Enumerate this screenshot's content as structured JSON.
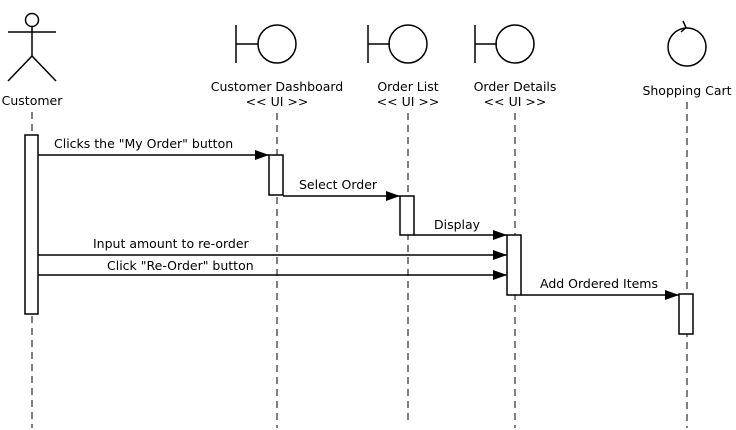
{
  "participants": [
    {
      "id": "customer",
      "kind": "actor",
      "name": "Customer",
      "stereotype": ""
    },
    {
      "id": "dashboard",
      "kind": "boundary",
      "name": "Customer Dashboard",
      "stereotype": "<< UI >>"
    },
    {
      "id": "order_list",
      "kind": "boundary",
      "name": "Order List",
      "stereotype": "<< UI >>"
    },
    {
      "id": "order_details",
      "kind": "boundary",
      "name": "Order Details",
      "stereotype": "<< UI >>"
    },
    {
      "id": "cart",
      "kind": "control",
      "name": "Shopping Cart",
      "stereotype": ""
    }
  ],
  "messages": [
    {
      "from": "customer",
      "to": "dashboard",
      "label": "Clicks the \"My Order\" button"
    },
    {
      "from": "dashboard",
      "to": "order_list",
      "label": "Select Order"
    },
    {
      "from": "order_list",
      "to": "order_details",
      "label": "Display"
    },
    {
      "from": "customer",
      "to": "order_details",
      "label": "Input amount to re-order"
    },
    {
      "from": "customer",
      "to": "order_details",
      "label": "Click \"Re-Order\" button"
    },
    {
      "from": "order_details",
      "to": "cart",
      "label": "Add Ordered Items"
    }
  ]
}
